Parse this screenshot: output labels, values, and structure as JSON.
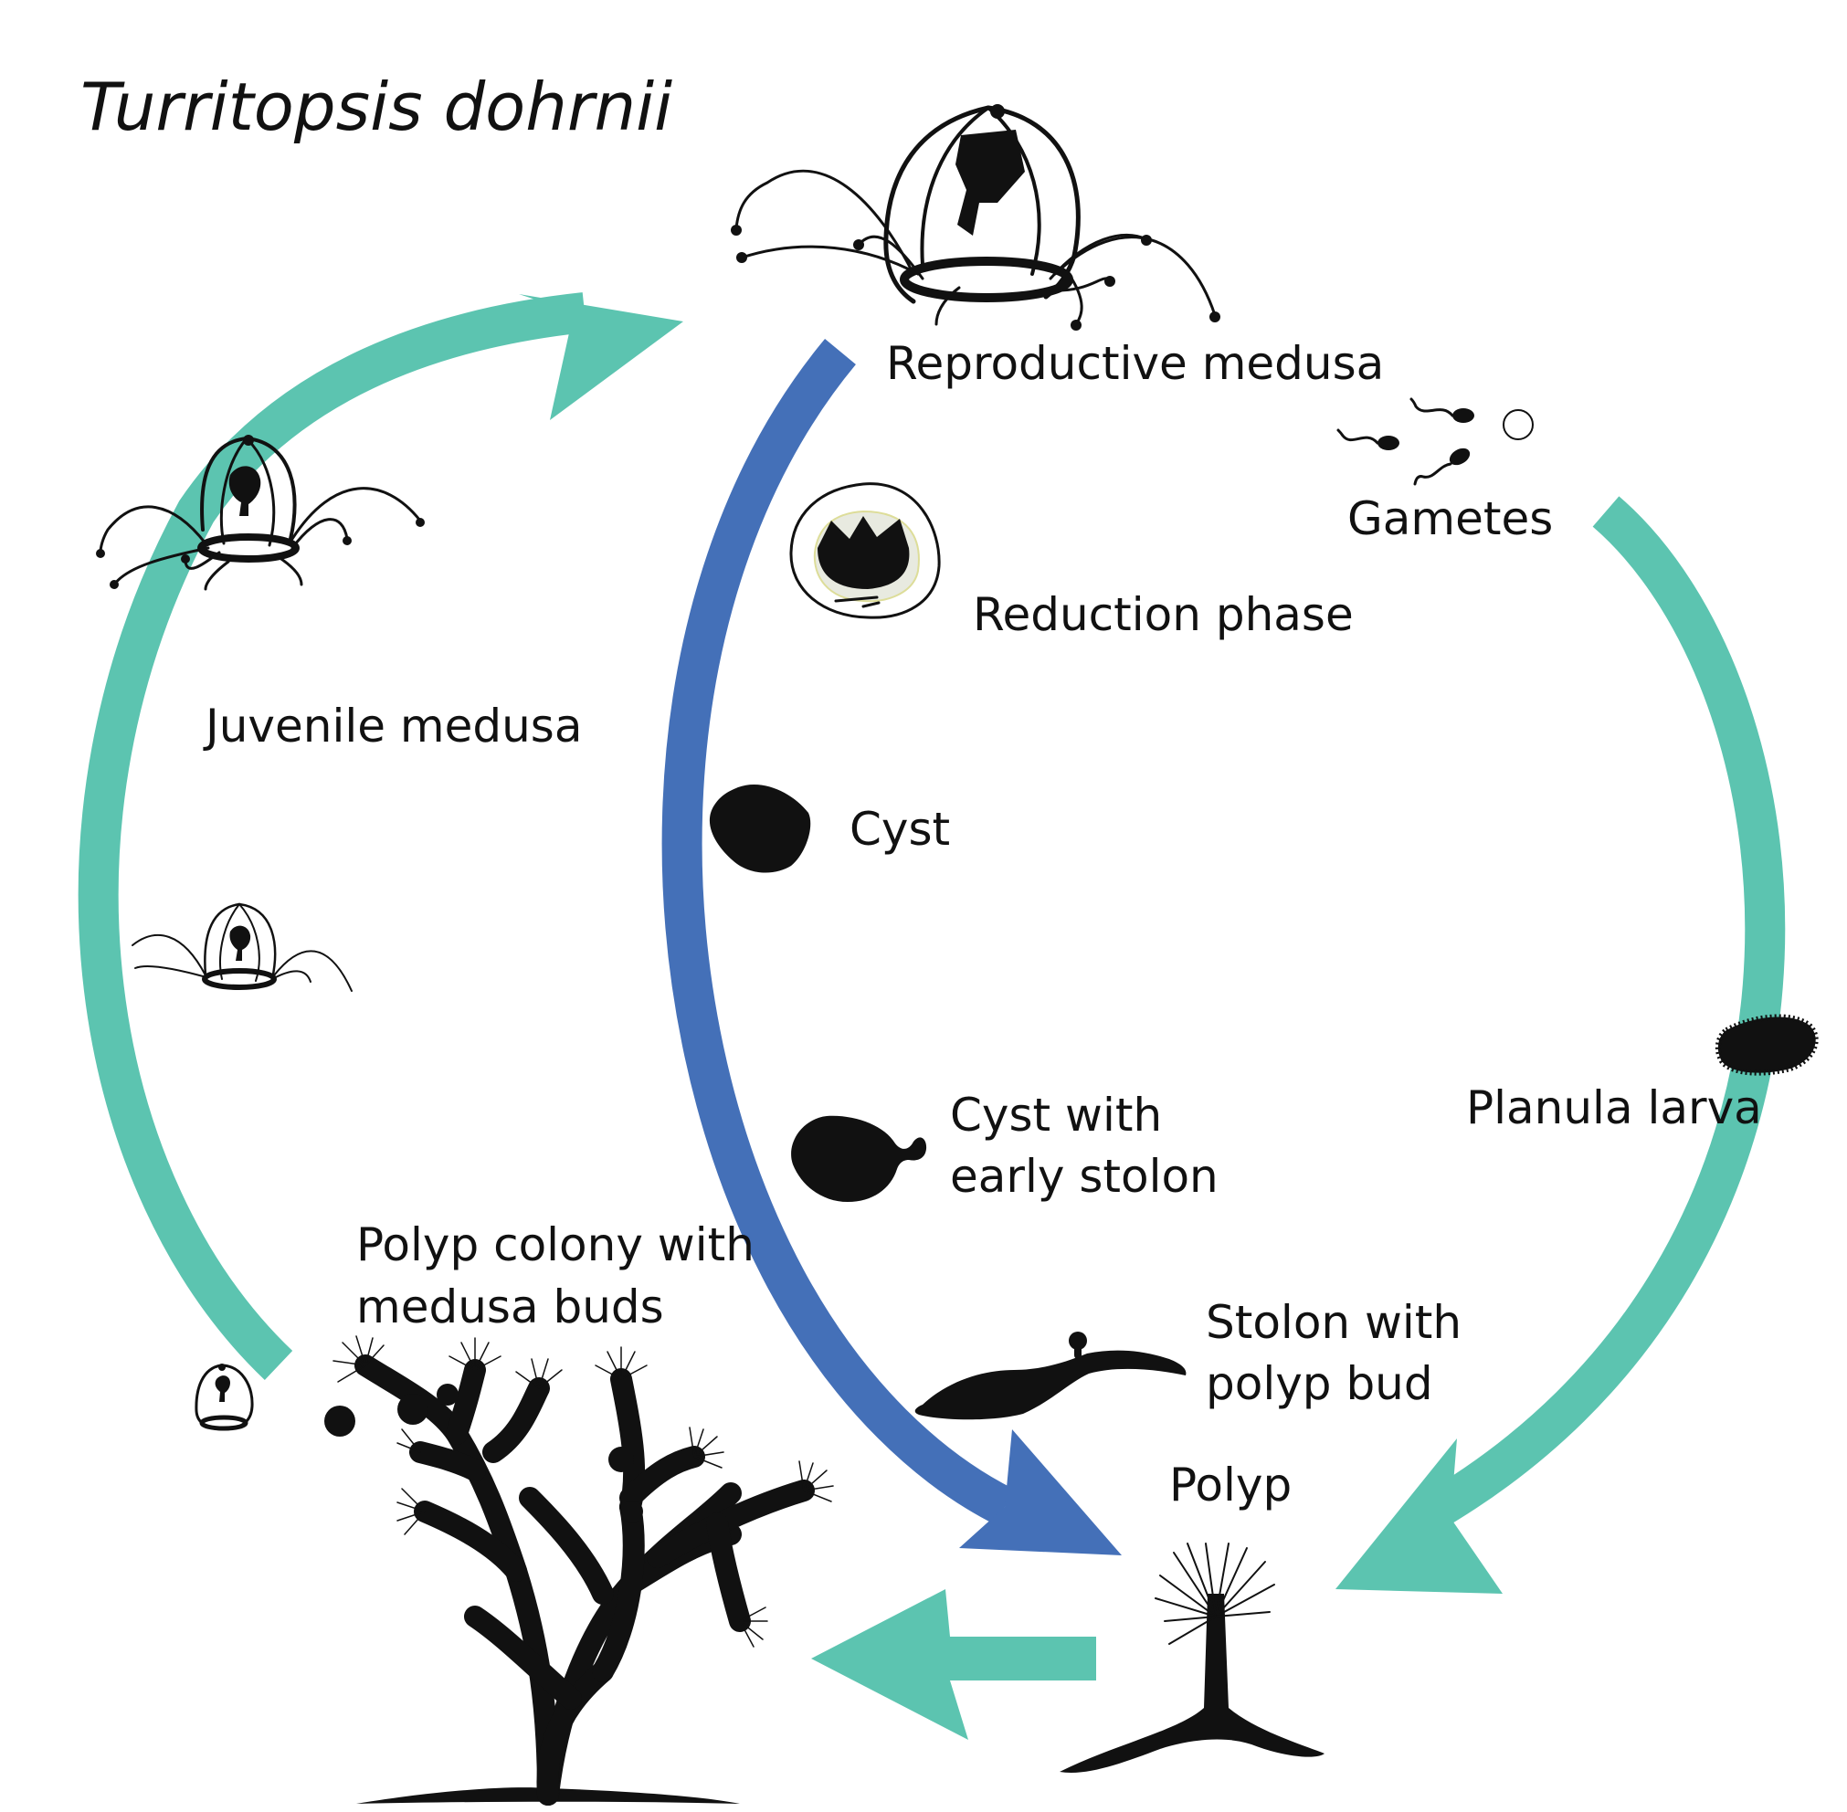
{
  "title": "Turritopsis dohrnii",
  "colors": {
    "teal_arrow": "#5cc4b0",
    "blue_arrow": "#4470b8",
    "ink": "#111111"
  },
  "stages": {
    "reproductive_medusa": "Reproductive medusa",
    "gametes": "Gametes",
    "reduction_phase": "Reduction phase",
    "juvenile_medusa": "Juvenile medusa",
    "cyst": "Cyst",
    "cyst_early_stolon": [
      "Cyst with",
      "early stolon"
    ],
    "planula_larva": "Planula larva",
    "polyp_colony": [
      "Polyp colony with",
      "medusa buds"
    ],
    "stolon_polyp_bud": [
      "Stolon with",
      "polyp bud"
    ],
    "polyp": "Polyp"
  },
  "icons": [
    "medusa-icon",
    "sperm-icon",
    "egg-icon",
    "reduction-icon",
    "cyst-icon",
    "stolon-icon",
    "planula-icon",
    "polyp-icon",
    "colony-icon"
  ]
}
